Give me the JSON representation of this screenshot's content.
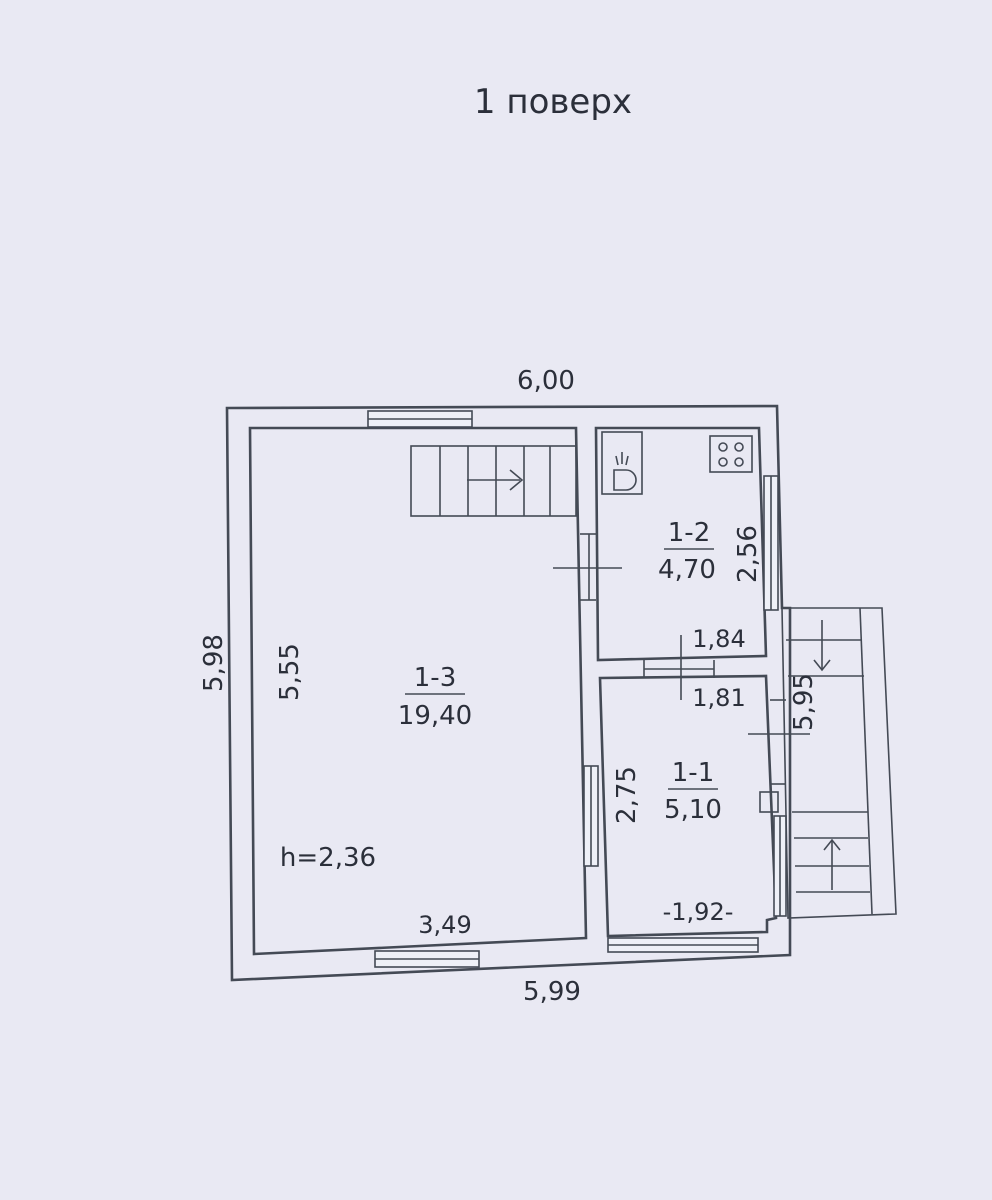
{
  "title": "1 поверх",
  "dimensions": {
    "top_width": "6,00",
    "bottom_width": "5,99",
    "left_height": "5,98",
    "inner_left_height": "5,55",
    "kitchen_height": "2,56",
    "corridor_top": "1,84",
    "corridor_bottom": "1,81",
    "stair_length": "5,95",
    "hall_height": "2,75",
    "room_bottom_width": "3,49",
    "hall_bottom_width": "-1,92-",
    "ceiling_height": "h=2,36"
  },
  "rooms": [
    {
      "code": "1-3",
      "area": "19,40"
    },
    {
      "code": "1-2",
      "area": "4,70"
    },
    {
      "code": "1-1",
      "area": "5,10"
    }
  ],
  "icons": [
    "sink-icon",
    "stove-icon",
    "stair-arrow-icon"
  ]
}
